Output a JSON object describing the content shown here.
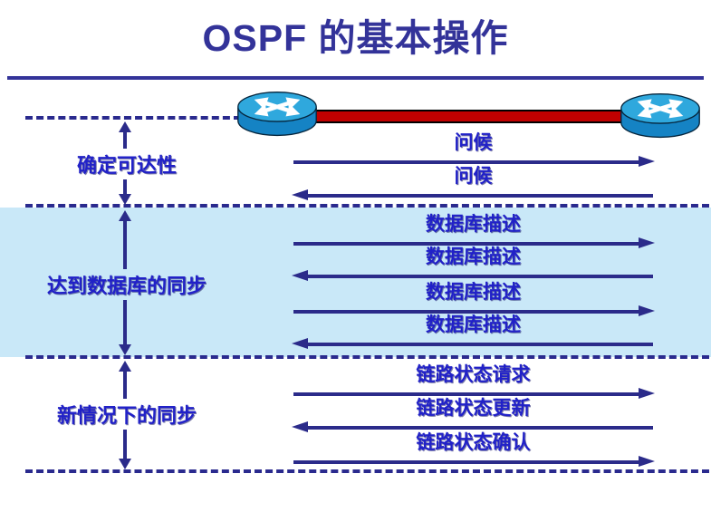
{
  "title": "OSPF 的基本操作",
  "phases": [
    {
      "label": "确定可达性"
    },
    {
      "label": "达到数据库的同步"
    },
    {
      "label": "新情况下的同步"
    }
  ],
  "messages": [
    {
      "label": "问候",
      "dir": "right"
    },
    {
      "label": "问候",
      "dir": "left"
    },
    {
      "label": "数据库描述",
      "dir": "right"
    },
    {
      "label": "数据库描述",
      "dir": "left"
    },
    {
      "label": "数据库描述",
      "dir": "right"
    },
    {
      "label": "数据库描述",
      "dir": "left"
    },
    {
      "label": "链路状态请求",
      "dir": "right"
    },
    {
      "label": "链路状态更新",
      "dir": "left"
    },
    {
      "label": "链路状态确认",
      "dir": "right"
    }
  ],
  "icons": {
    "left_router": "router-icon",
    "right_router": "router-icon"
  },
  "colors": {
    "title_text": "#333399",
    "label_text": "#2121C8",
    "arrow": "#2B2B8A",
    "dashed_line": "#2A2A8E",
    "band_background": "#C9E8F8",
    "link_red": "#C00000",
    "router_top": "#2FA8DD",
    "router_side": "#1583C4"
  }
}
